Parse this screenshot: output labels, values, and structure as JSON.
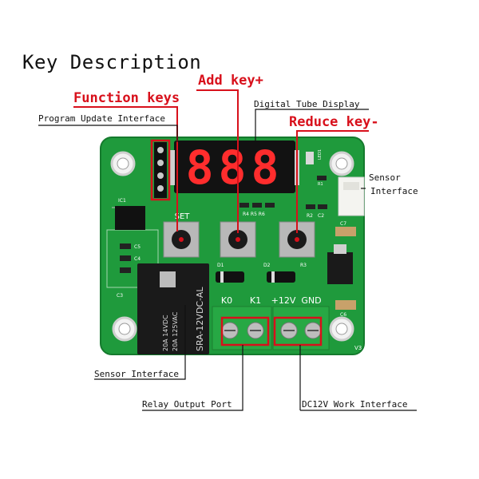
{
  "title": "Key Description",
  "callouts": {
    "add_key": "Add key+",
    "function_keys": "Function keys",
    "digital_display": "Digital Tube Display",
    "program_update": "Program Update Interface",
    "reduce_key": "Reduce key-",
    "sensor_interface_right_line1": "Sensor",
    "sensor_interface_right_line2": "Interface",
    "sensor_interface_bottom": "Sensor Interface",
    "relay_output": "Relay Output Port",
    "dc12v": "DC12V Work Interface"
  },
  "board": {
    "display_digits": "888",
    "set_label": "SET",
    "terminal_labels": [
      "K0",
      "K1",
      "+12V",
      "GND"
    ],
    "relay_model": "SRA-12VDC-AL",
    "relay_rating_1": "20A 14VDC",
    "relay_rating_2": "20A 125VAC",
    "silkscreen": {
      "ic1": "IC1",
      "led1": "LED1",
      "r4r5r6": "R4 R5 R6",
      "r2": "R2",
      "c2": "C2",
      "r1": "R1",
      "c5": "C5",
      "c4": "C4",
      "c3": "C3",
      "c7": "C7",
      "c6": "C6",
      "d1": "D1",
      "d2": "D2",
      "r3": "R3",
      "v3": "V3"
    }
  },
  "colors": {
    "pcb": "#1f9a3c",
    "callout": "#d8101b",
    "terminal": "#27a844",
    "relay": "#1a1a1a"
  }
}
